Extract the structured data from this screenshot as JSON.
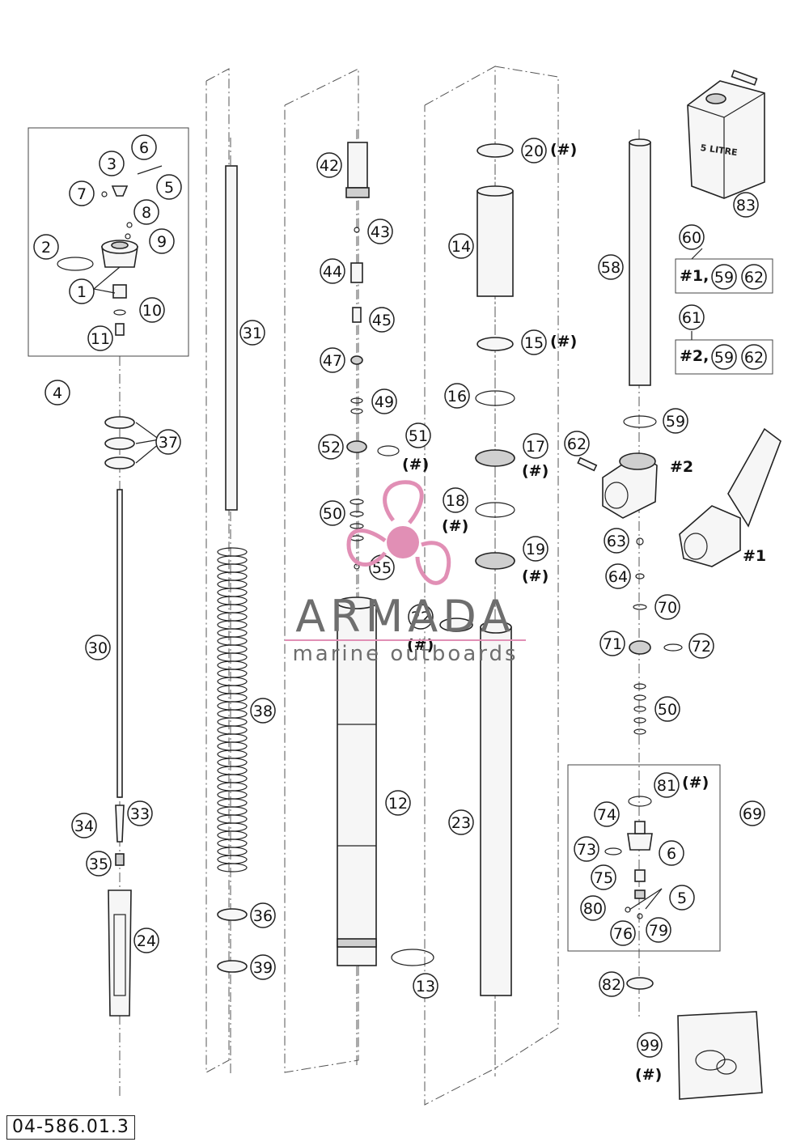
{
  "drawing_code": "04-586.01.3",
  "watermark": {
    "brand": "ARMADA",
    "tagline": "marine outboards",
    "accent_color": "#e18fb5",
    "text_color": "#6e6e6e"
  },
  "can_label": "5 LITRE",
  "notes": {
    "hash": "(#)",
    "set_60": [
      "#1,",
      "59",
      "62"
    ],
    "set_61": [
      "#2,",
      "59",
      "62"
    ],
    "variant_2": "#2",
    "variant_1": "#1"
  },
  "callouts": {
    "c1": "1",
    "c2": "2",
    "c3": "3",
    "c4": "4",
    "c5a": "5",
    "c6a": "6",
    "c7": "7",
    "c8": "8",
    "c9": "9",
    "c10": "10",
    "c11": "11",
    "c12": "12",
    "c13": "13",
    "c14": "14",
    "c15": "15",
    "c16": "16",
    "c17": "17",
    "c18": "18",
    "c19": "19",
    "c20": "20",
    "c22": "22",
    "c23": "23",
    "c24": "24",
    "c30": "30",
    "c31": "31",
    "c33": "33",
    "c34": "34",
    "c35": "35",
    "c36": "36",
    "c37": "37",
    "c38": "38",
    "c39": "39",
    "c42": "42",
    "c43": "43",
    "c44": "44",
    "c45": "45",
    "c47": "47",
    "c49": "49",
    "c50a": "50",
    "c50b": "50",
    "c51": "51",
    "c52": "52",
    "c55": "55",
    "c58": "58",
    "c59": "59",
    "c60": "60",
    "c61": "61",
    "c62": "62",
    "c63": "63",
    "c64": "64",
    "c69": "69",
    "c70": "70",
    "c71": "71",
    "c72": "72",
    "c73": "73",
    "c74": "74",
    "c75": "75",
    "c76": "76",
    "c79": "79",
    "c80": "80",
    "c81": "81",
    "c82": "82",
    "c83": "83",
    "c99": "99",
    "c5b": "5",
    "c6b": "6",
    "s60a": "59",
    "s60b": "62",
    "s61a": "59",
    "s61b": "62"
  }
}
